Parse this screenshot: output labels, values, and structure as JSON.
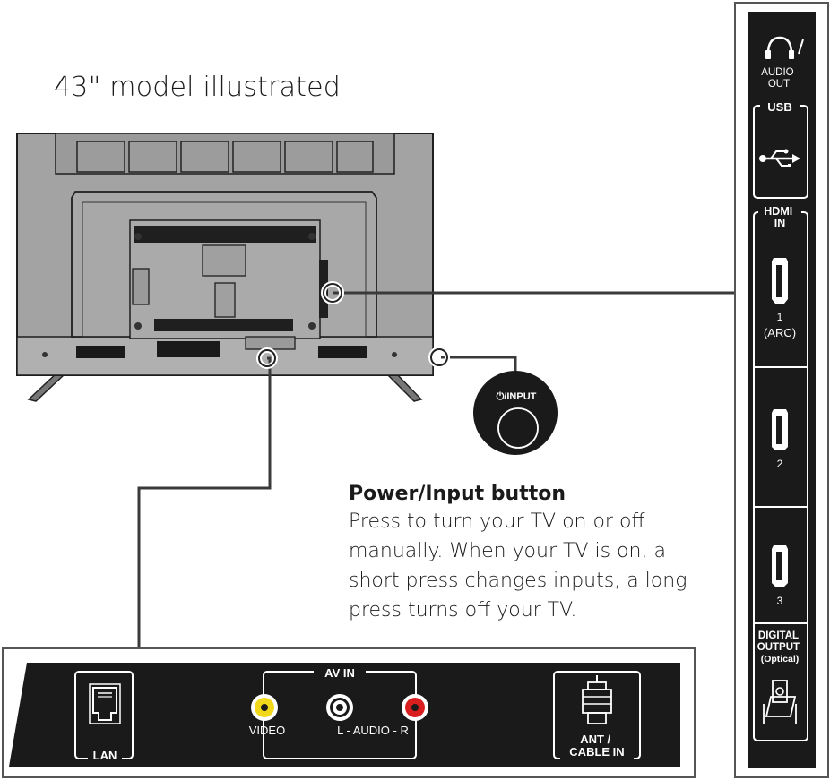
{
  "caption": "43\" model illustrated",
  "power_button": {
    "title": "Power/Input button",
    "description": "Press to turn your TV on or off manually. When your TV is on, a short press changes inputs, a long press turns off your TV.",
    "knob_label": "⏻/INPUT"
  },
  "side_panel": {
    "audio_out_label": "AUDIO\nOUT",
    "audio_out_icon": "headphone-icon",
    "usb_label": "USB",
    "usb_icon": "usb-icon",
    "hdmi_in_label": "HDMI\nIN",
    "hdmi_ports": [
      {
        "number": "1",
        "note": "(ARC)"
      },
      {
        "number": "2",
        "note": ""
      },
      {
        "number": "3",
        "note": ""
      }
    ],
    "digital_output_label": "DIGITAL\nOUTPUT\n(Optical)",
    "digital_output_icon": "optical-port-icon"
  },
  "bottom_panel": {
    "lan_label": "LAN",
    "lan_icon": "ethernet-port-icon",
    "av_in_label": "AV IN",
    "video_label": "VIDEO",
    "audio_label": "L - AUDIO - R",
    "ant_label": "ANT /\nCABLE IN",
    "ant_icon": "coax-connector-icon",
    "jack_colors": {
      "video": "#f2d81a",
      "audio_l": "#ffffff",
      "audio_r": "#d81e1e"
    }
  }
}
